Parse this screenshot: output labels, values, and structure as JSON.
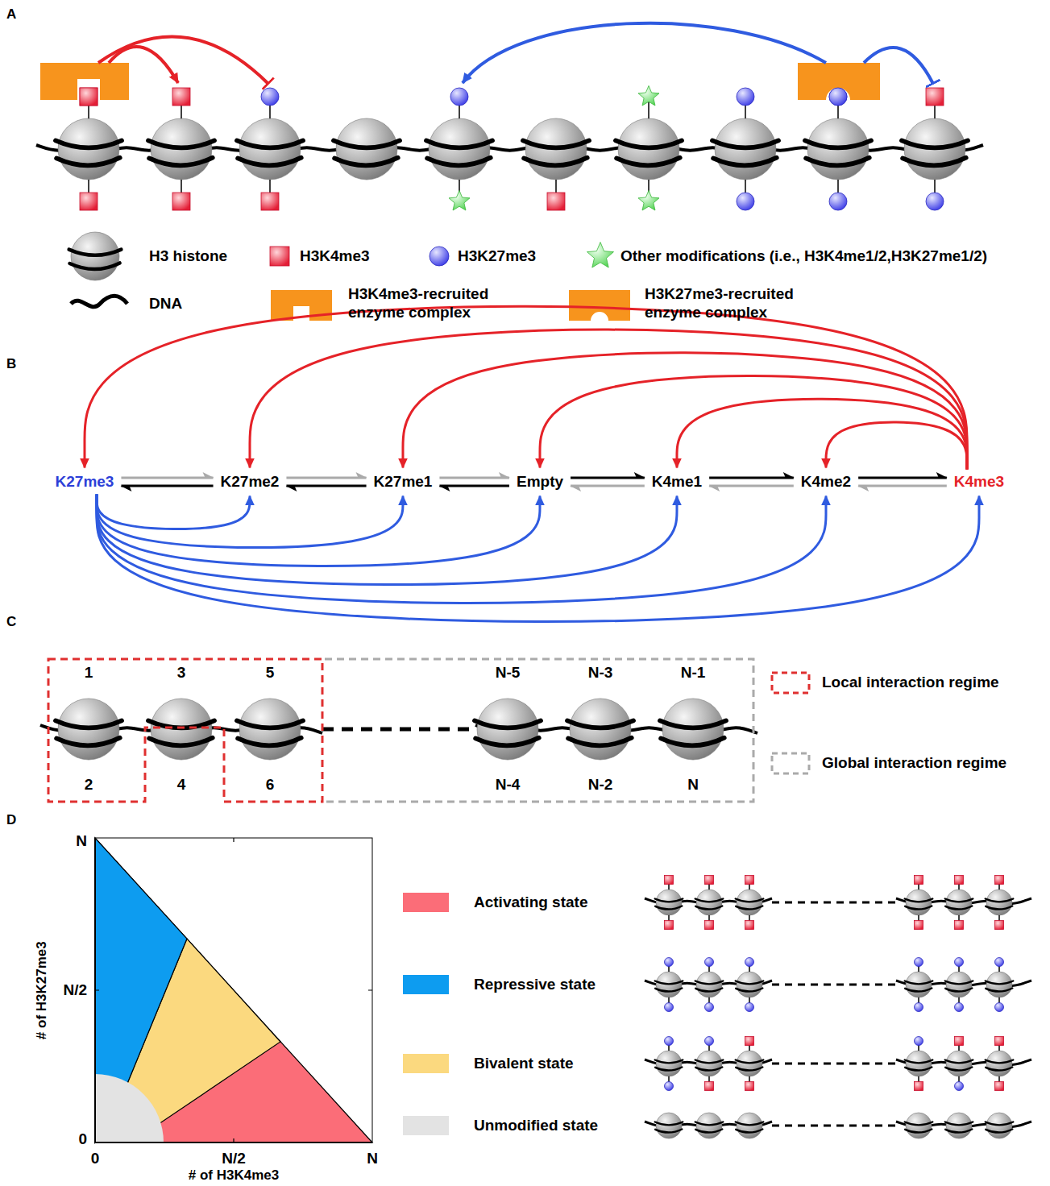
{
  "diagram": {
    "nodes": [
      {
        "text": [
          "K27me3"
        ]
      },
      {
        "text": [
          "K27me2"
        ]
      },
      {
        "text": [
          "K27me1"
        ]
      },
      {
        "text": [
          "Empty"
        ]
      },
      {
        "text": [
          "K4me1"
        ]
      },
      {
        "text": [
          "K4me2"
        ]
      },
      {
        "text": [
          "K4me3"
        ]
      }
    ],
    "edges": [
      {
        "from": 0,
        "to": 1,
        "arrow": "to"
      },
      {
        "from": 1,
        "to": 0,
        "arrow": "to"
      },
      {
        "from": 1,
        "to": 2,
        "arrow": "to"
      },
      {
        "from": 2,
        "to": 1,
        "arrow": "to"
      },
      {
        "from": 2,
        "to": 3,
        "arrow": "to"
      },
      {
        "from": 3,
        "to": 2,
        "arrow": "to"
      },
      {
        "from": 3,
        "to": 4,
        "arrow": "to"
      },
      {
        "from": 4,
        "to": 3,
        "arrow": "to"
      },
      {
        "from": 4,
        "to": 5,
        "arrow": "to"
      },
      {
        "from": 5,
        "to": 4,
        "arrow": "to"
      },
      {
        "from": 5,
        "to": 6,
        "arrow": "to"
      },
      {
        "from": 6,
        "to": 5,
        "arrow": "to"
      },
      {
        "from": 6,
        "to": 0,
        "arrow": "to"
      },
      {
        "from": 6,
        "to": 1,
        "arrow": "to"
      },
      {
        "from": 6,
        "to": 2,
        "arrow": "to"
      },
      {
        "from": 6,
        "to": 3,
        "arrow": "to"
      },
      {
        "from": 6,
        "to": 4,
        "arrow": "to"
      },
      {
        "from": 6,
        "to": 5,
        "arrow": "to"
      },
      {
        "from": 0,
        "to": 1,
        "arrow": "to"
      },
      {
        "from": 0,
        "to": 2,
        "arrow": "to"
      },
      {
        "from": 0,
        "to": 3,
        "arrow": "to"
      },
      {
        "from": 0,
        "to": 4,
        "arrow": "to"
      },
      {
        "from": 0,
        "to": 5,
        "arrow": "to"
      },
      {
        "from": 0,
        "to": 6,
        "arrow": "to"
      }
    ],
    "labels": [
      "A",
      "B",
      "C",
      "D",
      "1",
      "3",
      "5",
      "N-5",
      "N-3",
      "N-1",
      "2",
      "4",
      "6",
      "N-4",
      "N-2",
      "N",
      "N",
      "N/2",
      "0",
      "0",
      "N/2",
      "N",
      "# of H3K27me3",
      "# of H3K4me3"
    ],
    "legend": [
      {
        "text": "H3 histone"
      },
      {
        "text": "H3K4me3"
      },
      {
        "text": "H3K27me3"
      },
      {
        "text": "Other modifications (i.e., H3K4me1/2,H3K27me1/2)"
      },
      {
        "text": "DNA"
      },
      {
        "text": "H3K4me3-recruited enzyme complex"
      },
      {
        "text": "H3K27me3-recruited enzyme complex"
      },
      {
        "text": "Local interaction regime"
      },
      {
        "text": "Global interaction regime"
      },
      {
        "text": "Activating state",
        "color": "#fb6d78"
      },
      {
        "text": "Repressive state",
        "color": "#0d9cf0"
      },
      {
        "text": "Bivalent state",
        "color": "#fbd97f"
      },
      {
        "text": "Unmodified state",
        "color": "#e3e3e3"
      }
    ]
  }
}
